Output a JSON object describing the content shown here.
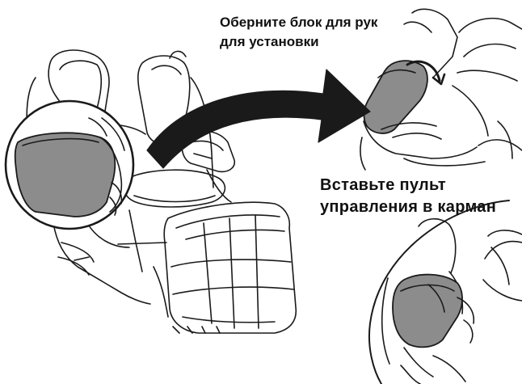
{
  "instructions": {
    "top_line1": "Оберните блок для рук",
    "top_line2": "для установки",
    "bottom_line1": "Вставьте пульт",
    "bottom_line2": "управления в карман"
  },
  "colors": {
    "line": "#1a1a1a",
    "cover_fill": "#8c8c8c",
    "arrow": "#1a1a1a",
    "background": "#ffffff"
  }
}
